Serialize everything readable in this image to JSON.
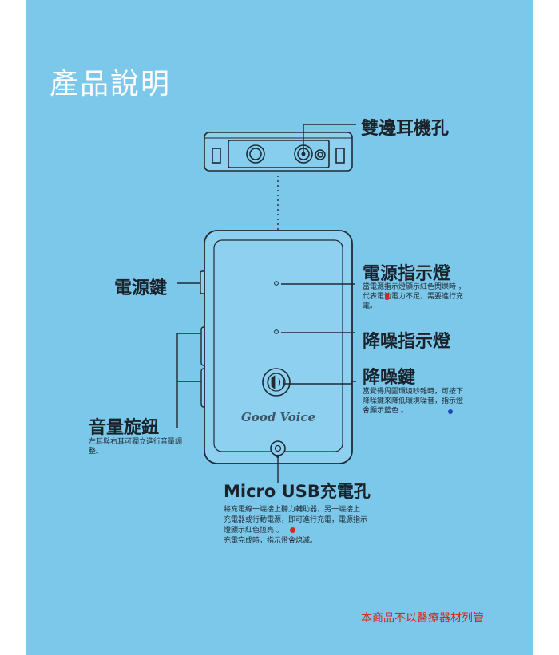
{
  "title": "產品說明",
  "labels": {
    "headphone_jack": "雙邊耳機孔",
    "power_key": "電源鍵",
    "power_indicator": "電源指示燈",
    "power_indicator_desc": "當電源指示燈顯示紅色閃爍時       ，代表電池電力不足，需要進行充電。",
    "nr_indicator": "降噪指示燈",
    "nr_key": "降噪鍵",
    "nr_key_desc": "當覺得周圍環境吵雜時，可按下降噪鍵來降低環境噪音，指示燈會顯示藍色     。",
    "volume_knob": "音量旋鈕",
    "volume_knob_desc": "左耳與右耳可獨立進行音量調整。",
    "usb": "Micro USB充電孔",
    "usb_desc_1": "將充電線一端接上聽力輔助器，另一端接上",
    "usb_desc_2": "充電器或行動電源，即可進行充電，電源指示",
    "usb_desc_3": "燈顯示紅色恆亮       。",
    "usb_desc_4": "充電完成時，指示燈會熄滅。",
    "brand": "Good Voice",
    "disclaimer": "本商品不以醫療器材列管"
  },
  "colors": {
    "background": "#7cc8ea",
    "title": "#ffffff",
    "red": "#d9241f",
    "blue": "#1d49b8",
    "line": "#1f2a33"
  }
}
